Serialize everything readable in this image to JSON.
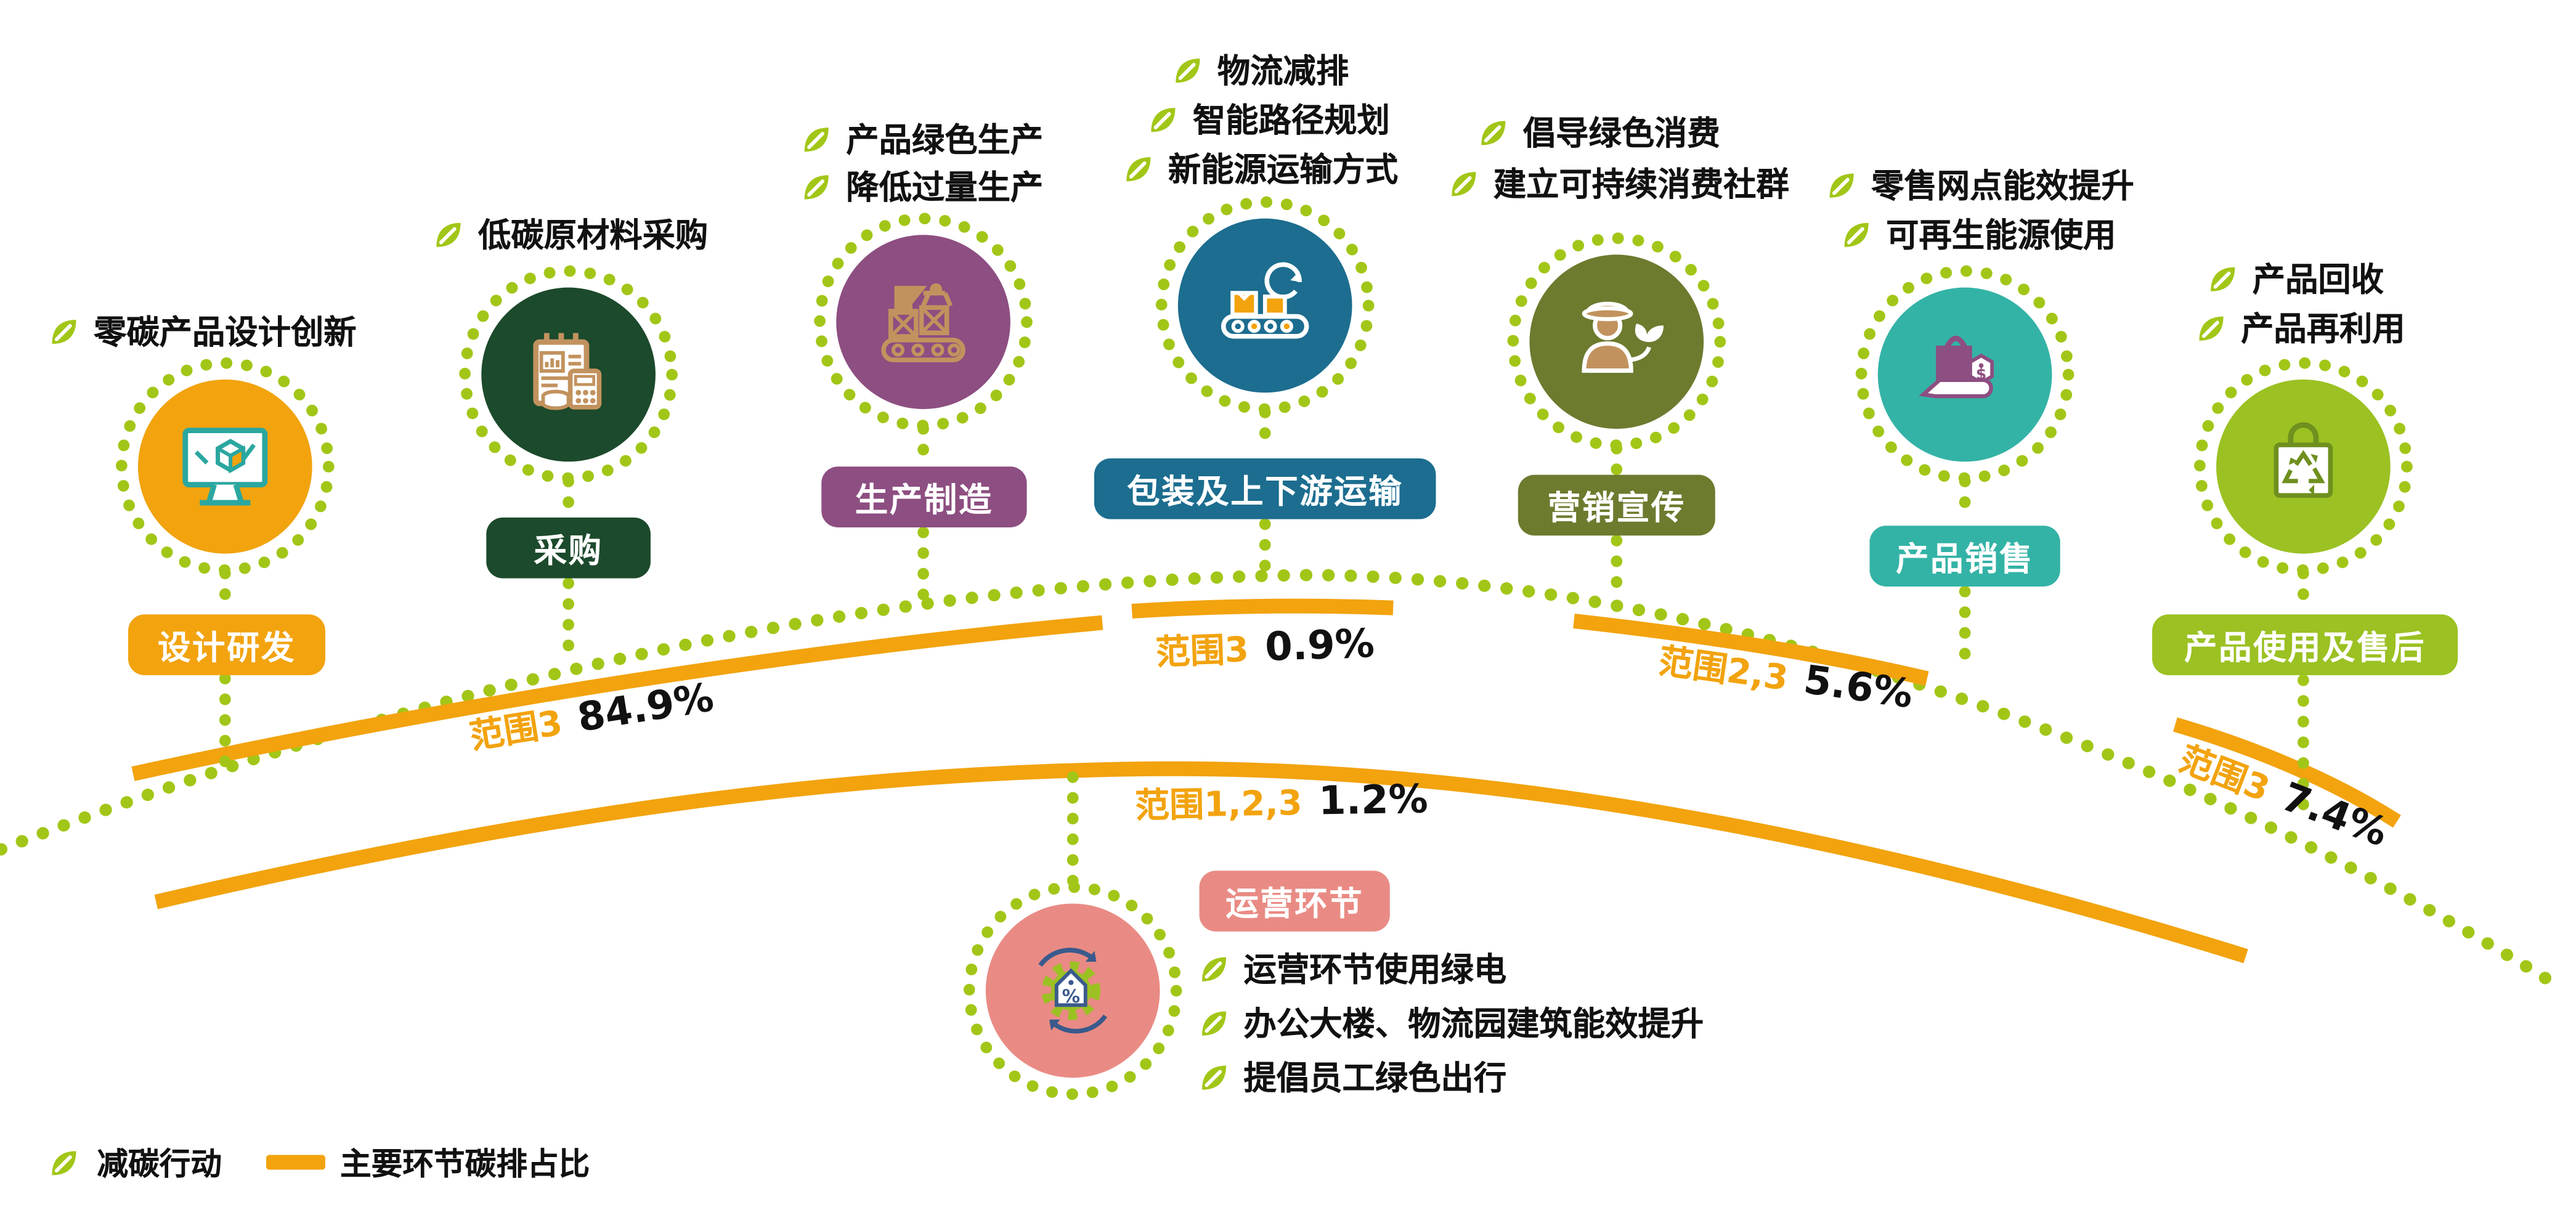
{
  "stages": [
    {
      "badge": "设计研发",
      "color": "#F2A30E",
      "actions": [
        "零碳产品设计创新"
      ]
    },
    {
      "badge": "采购",
      "color": "#1C4A2C",
      "actions": [
        "低碳原材料采购"
      ]
    },
    {
      "badge": "生产制造",
      "color": "#8D4E81",
      "actions": [
        "产品绿色生产",
        "降低过量生产"
      ]
    },
    {
      "badge": "包装及上下游运输",
      "color": "#1C6D8F",
      "actions": [
        "物流减排",
        "智能路径规划",
        "新能源运输方式"
      ]
    },
    {
      "badge": "营销宣传",
      "color": "#6C7B2E",
      "actions": [
        "倡导绿色消费",
        "建立可持续消费社群"
      ]
    },
    {
      "badge": "产品销售",
      "color": "#33B3A6",
      "actions": [
        "零售网点能效提升",
        "可再生能源使用"
      ]
    },
    {
      "badge": "产品使用及售后",
      "color": "#9BC122",
      "actions": [
        "产品回收",
        "产品再利用"
      ]
    },
    {
      "badge": "运营环节",
      "color": "#E98B84",
      "actions": [
        "运营环节使用绿电",
        "办公大楼、物流园建筑能效提升",
        "提倡员工绿色出行"
      ]
    }
  ],
  "emissions": [
    {
      "scope": "范围3",
      "value": "84.9%"
    },
    {
      "scope": "范围3",
      "value": "0.9%"
    },
    {
      "scope": "范围2,3",
      "value": "5.6%"
    },
    {
      "scope": "范围3",
      "value": "7.4%"
    },
    {
      "scope": "范围1,2,3",
      "value": "1.2%"
    }
  ],
  "legend": {
    "action_label": "减碳行动",
    "share_label": "主要环节碳排占比"
  },
  "palette": {
    "leaf_green": "#A2C617",
    "arc_orange": "#F2A30E",
    "icon_tan": "#C2925E",
    "text_black": "#111111"
  }
}
